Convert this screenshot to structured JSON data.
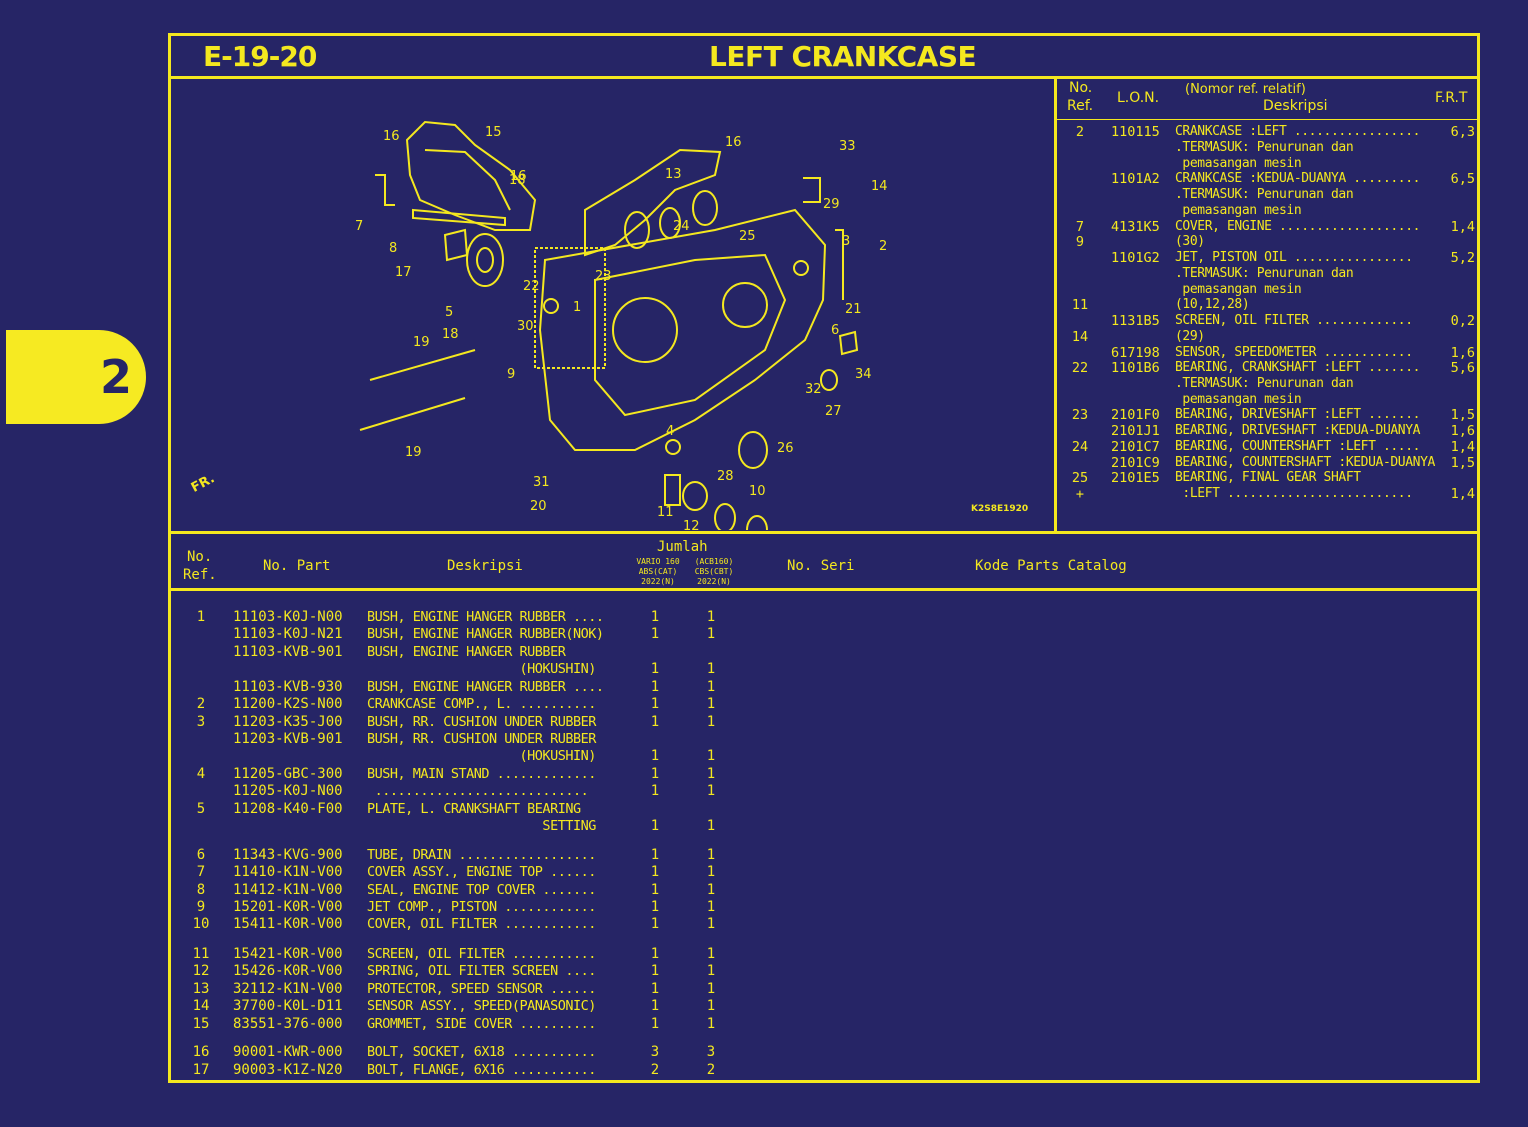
{
  "tab": {
    "label": "2"
  },
  "header": {
    "code": "E-19-20",
    "title": "LEFT CRANKCASE"
  },
  "diagram": {
    "code": "K2S8E1920",
    "fr_label": "FR.",
    "callouts": [
      "1",
      "2",
      "3",
      "4",
      "5",
      "6",
      "7",
      "8",
      "9",
      "10",
      "11",
      "12",
      "13",
      "14",
      "15",
      "16",
      "16",
      "16",
      "17",
      "18",
      "18",
      "19",
      "19",
      "20",
      "21",
      "22",
      "23",
      "24",
      "25",
      "26",
      "27",
      "28",
      "29",
      "30",
      "31",
      "32",
      "33",
      "34"
    ]
  },
  "ref_table": {
    "col_no": "No.",
    "col_ref": "Ref.",
    "col_lon": "L.O.N.",
    "col_desc_top": "(Nomor ref. relatif)",
    "col_desc": "Deskripsi",
    "col_frt": "F.R.T",
    "rows": [
      {
        "ref": "2",
        "lon": "110115",
        "desc": "CRANKCASE :LEFT .................",
        "frt": "6,3"
      },
      {
        "ref": "",
        "lon": "",
        "desc": ".TERMASUK: Penurunan dan",
        "frt": ""
      },
      {
        "ref": "",
        "lon": "",
        "desc": " pemasangan mesin",
        "frt": ""
      },
      {
        "ref": "",
        "lon": "1101A2",
        "desc": "CRANKCASE :KEDUA-DUANYA .........",
        "frt": "6,5"
      },
      {
        "ref": "",
        "lon": "",
        "desc": ".TERMASUK: Penurunan dan",
        "frt": ""
      },
      {
        "ref": "",
        "lon": "",
        "desc": " pemasangan mesin",
        "frt": ""
      },
      {
        "ref": "7",
        "lon": "4131K5",
        "desc": "COVER, ENGINE ...................",
        "frt": "1,4"
      },
      {
        "ref": "9",
        "lon": "",
        "desc": "(30)",
        "frt": ""
      },
      {
        "ref": "",
        "lon": "1101G2",
        "desc": "JET, PISTON OIL ................",
        "frt": "5,2"
      },
      {
        "ref": "",
        "lon": "",
        "desc": ".TERMASUK: Penurunan dan",
        "frt": ""
      },
      {
        "ref": "",
        "lon": "",
        "desc": " pemasangan mesin",
        "frt": ""
      },
      {
        "ref": "11",
        "lon": "",
        "desc": "(10,12,28)",
        "frt": ""
      },
      {
        "ref": "",
        "lon": "1131B5",
        "desc": "SCREEN, OIL FILTER .............",
        "frt": "0,2"
      },
      {
        "ref": "14",
        "lon": "",
        "desc": "(29)",
        "frt": ""
      },
      {
        "ref": "",
        "lon": "617198",
        "desc": "SENSOR, SPEEDOMETER ............",
        "frt": "1,6"
      },
      {
        "ref": "22",
        "lon": "1101B6",
        "desc": "BEARING, CRANKSHAFT :LEFT .......",
        "frt": "5,6"
      },
      {
        "ref": "",
        "lon": "",
        "desc": ".TERMASUK: Penurunan dan",
        "frt": ""
      },
      {
        "ref": "",
        "lon": "",
        "desc": " pemasangan mesin",
        "frt": ""
      },
      {
        "ref": "23",
        "lon": "2101F0",
        "desc": "BEARING, DRIVESHAFT :LEFT .......",
        "frt": "1,5"
      },
      {
        "ref": "",
        "lon": "2101J1",
        "desc": "BEARING, DRIVESHAFT :KEDUA-DUANYA",
        "frt": "1,6"
      },
      {
        "ref": "24",
        "lon": "2101C7",
        "desc": "BEARING, COUNTERSHAFT :LEFT .....",
        "frt": "1,4"
      },
      {
        "ref": "",
        "lon": "2101C9",
        "desc": "BEARING, COUNTERSHAFT :KEDUA-DUANYA",
        "frt": "1,5"
      },
      {
        "ref": "25",
        "lon": "2101E5",
        "desc": "BEARING, FINAL GEAR SHAFT",
        "frt": ""
      },
      {
        "ref": "+",
        "lon": "",
        "desc": " :LEFT .........................",
        "frt": "1,4"
      }
    ]
  },
  "parts_table": {
    "col_no": "No.",
    "col_ref": "Ref.",
    "col_part": "No. Part",
    "col_desc": "Deskripsi",
    "col_qty": "Jumlah",
    "model1_a": "VARIO 160",
    "model1_b": "ABS(CAT)",
    "model1_c": "2022(N)",
    "model2_a": "(ACB160)",
    "model2_b": "CBS(CBT)",
    "model2_c": "2022(N)",
    "col_serial": "No. Seri",
    "col_catalog": "Kode Parts Catalog",
    "rows": [
      {
        "ref": "1",
        "part": "11103-K0J-N00",
        "desc": "BUSH, ENGINE HANGER RUBBER ....",
        "q1": "1",
        "q2": "1"
      },
      {
        "ref": "",
        "part": "11103-K0J-N21",
        "desc": "BUSH, ENGINE HANGER RUBBER(NOK)",
        "q1": "1",
        "q2": "1"
      },
      {
        "ref": "",
        "part": "11103-KVB-901",
        "desc": "BUSH, ENGINE HANGER RUBBER",
        "q1": "",
        "q2": ""
      },
      {
        "ref": "",
        "part": "",
        "desc": "                    (HOKUSHIN)",
        "q1": "1",
        "q2": "1"
      },
      {
        "ref": "",
        "part": "11103-KVB-930",
        "desc": "BUSH, ENGINE HANGER RUBBER ....",
        "q1": "1",
        "q2": "1"
      },
      {
        "ref": "2",
        "part": "11200-K2S-N00",
        "desc": "CRANKCASE COMP., L. ..........",
        "q1": "1",
        "q2": "1"
      },
      {
        "ref": "3",
        "part": "11203-K35-J00",
        "desc": "BUSH, RR. CUSHION UNDER RUBBER",
        "q1": "1",
        "q2": "1"
      },
      {
        "ref": "",
        "part": "11203-KVB-901",
        "desc": "BUSH, RR. CUSHION UNDER RUBBER",
        "q1": "",
        "q2": ""
      },
      {
        "ref": "",
        "part": "",
        "desc": "                    (HOKUSHIN)",
        "q1": "1",
        "q2": "1"
      },
      {
        "ref": "4",
        "part": "11205-GBC-300",
        "desc": "BUSH, MAIN STAND .............",
        "q1": "1",
        "q2": "1"
      },
      {
        "ref": "",
        "part": "11205-K0J-N00",
        "desc": " ............................",
        "q1": "1",
        "q2": "1"
      },
      {
        "ref": "5",
        "part": "11208-K40-F00",
        "desc": "PLATE, L. CRANKSHAFT BEARING",
        "q1": "",
        "q2": ""
      },
      {
        "ref": "",
        "part": "",
        "desc": "                       SETTING",
        "q1": "1",
        "q2": "1"
      },
      {
        "ref": "6",
        "part": "11343-KVG-900",
        "desc": "TUBE, DRAIN ..................",
        "q1": "1",
        "q2": "1"
      },
      {
        "ref": "7",
        "part": "11410-K1N-V00",
        "desc": "COVER ASSY., ENGINE TOP ......",
        "q1": "1",
        "q2": "1"
      },
      {
        "ref": "8",
        "part": "11412-K1N-V00",
        "desc": "SEAL, ENGINE TOP COVER .......",
        "q1": "1",
        "q2": "1"
      },
      {
        "ref": "9",
        "part": "15201-K0R-V00",
        "desc": "JET COMP., PISTON ............",
        "q1": "1",
        "q2": "1"
      },
      {
        "ref": "10",
        "part": "15411-K0R-V00",
        "desc": "COVER, OIL FILTER ............",
        "q1": "1",
        "q2": "1"
      },
      {
        "ref": "11",
        "part": "15421-K0R-V00",
        "desc": "SCREEN, OIL FILTER ...........",
        "q1": "1",
        "q2": "1"
      },
      {
        "ref": "12",
        "part": "15426-K0R-V00",
        "desc": "SPRING, OIL FILTER SCREEN ....",
        "q1": "1",
        "q2": "1"
      },
      {
        "ref": "13",
        "part": "32112-K1N-V00",
        "desc": "PROTECTOR, SPEED SENSOR ......",
        "q1": "1",
        "q2": "1"
      },
      {
        "ref": "14",
        "part": "37700-K0L-D11",
        "desc": "SENSOR ASSY., SPEED(PANASONIC)",
        "q1": "1",
        "q2": "1"
      },
      {
        "ref": "15",
        "part": "83551-376-000",
        "desc": "GROMMET, SIDE COVER ..........",
        "q1": "1",
        "q2": "1"
      },
      {
        "ref": "16",
        "part": "90001-KWR-000",
        "desc": "BOLT, SOCKET, 6X18 ...........",
        "q1": "3",
        "q2": "3"
      },
      {
        "ref": "17",
        "part": "90003-K1Z-N20",
        "desc": "BOLT, FLANGE, 6X16 ...........",
        "q1": "2",
        "q2": "2"
      }
    ]
  }
}
